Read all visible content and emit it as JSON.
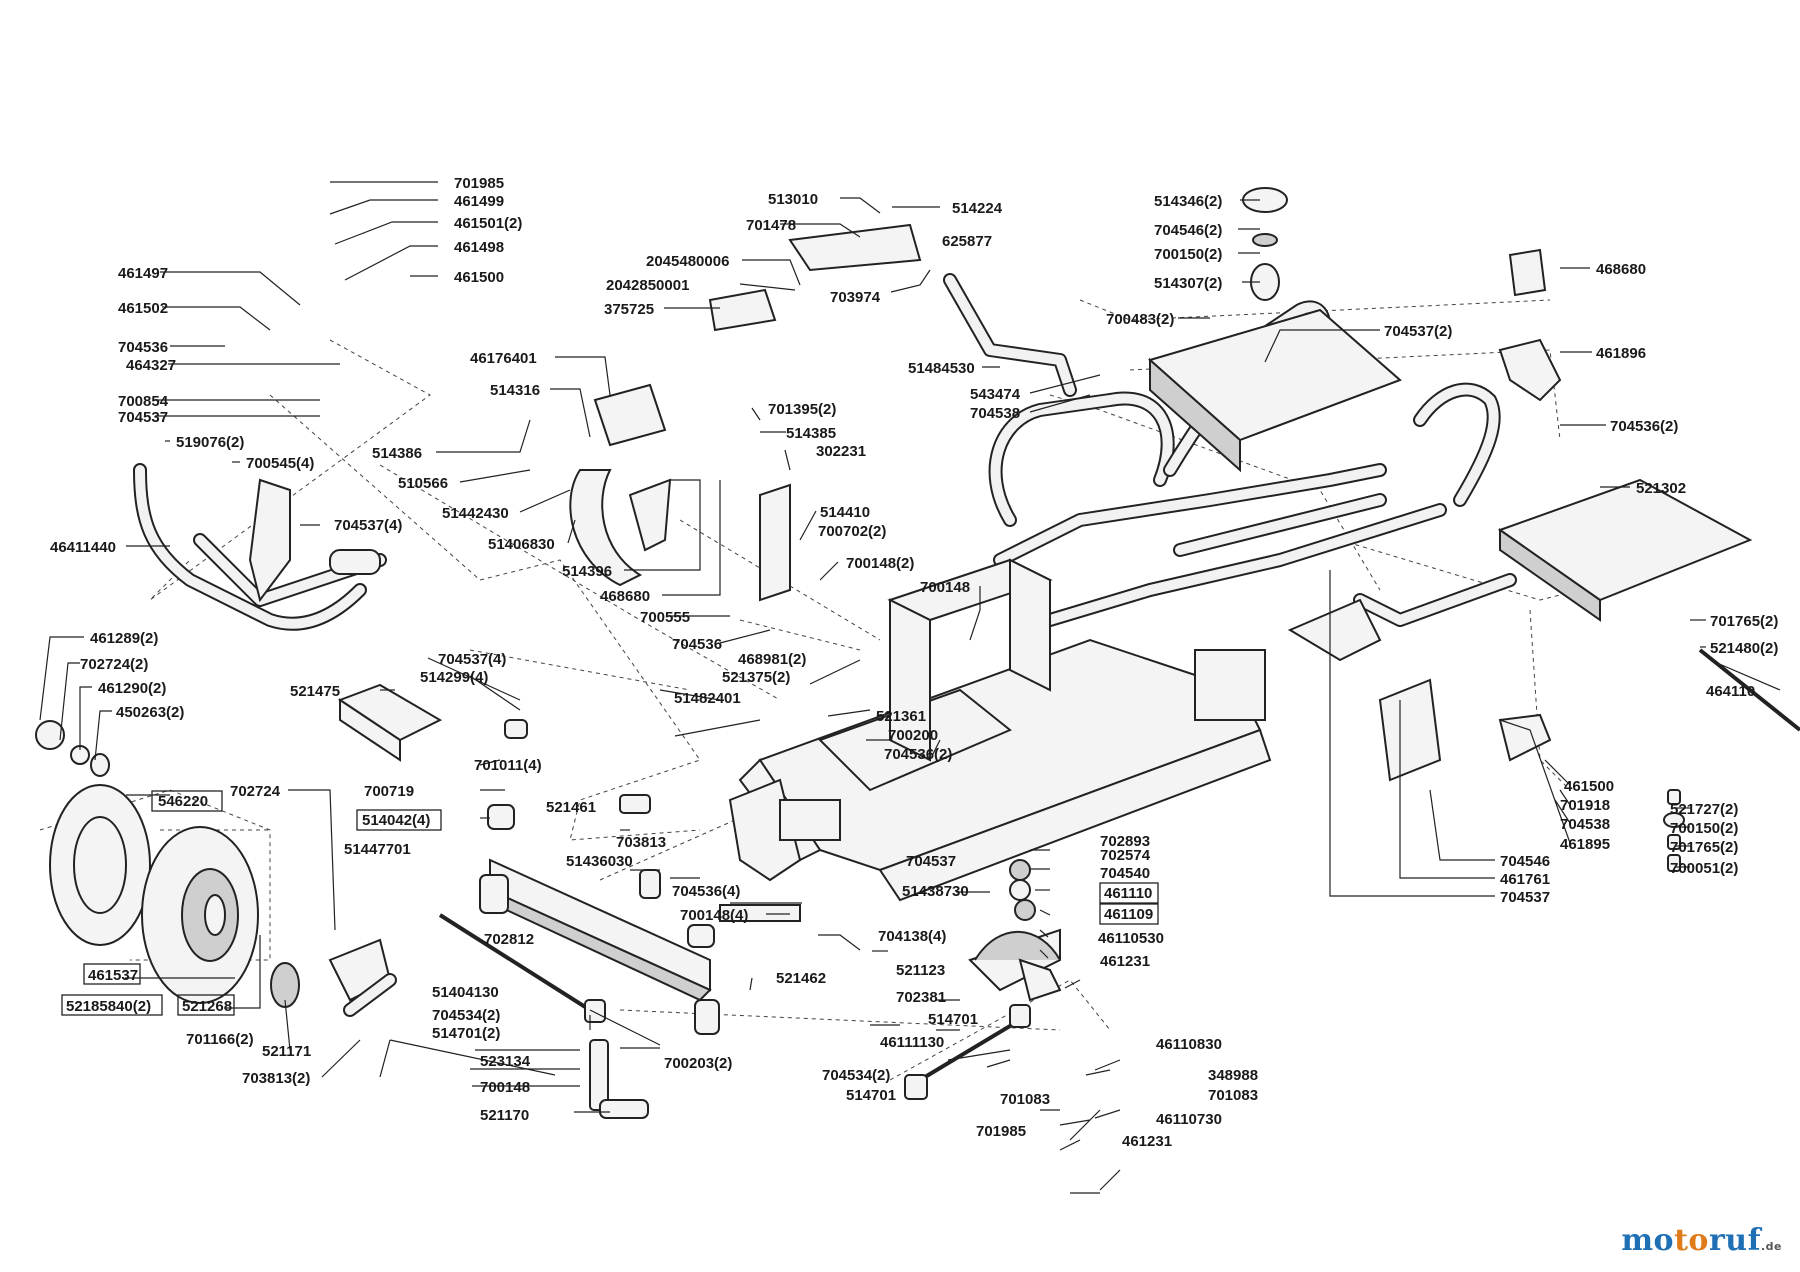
{
  "logo": {
    "part1": "mo",
    "part2": "to",
    "part3": "ruf",
    "domain": ".de"
  },
  "part_numbers": [
    "701985",
    "461499",
    "461501(2)",
    "461498",
    "461500",
    "461497",
    "461502",
    "704536",
    "464327",
    "700854",
    "704537",
    "519076(2)",
    "700545(4)",
    "704537(4)",
    "46411440",
    "513010",
    "514224",
    "701478",
    "2045480006",
    "625877",
    "2042850001",
    "703974",
    "375725",
    "51484530",
    "543474",
    "704538",
    "46176401",
    "514316",
    "514386",
    "510566",
    "51442430",
    "51406830",
    "514396",
    "468680",
    "700555",
    "704536",
    "701395(2)",
    "514385",
    "302231",
    "514410",
    "700702(2)",
    "700148(2)",
    "700148",
    "514346(2)",
    "704546(2)",
    "700150(2)",
    "514307(2)",
    "700483(2)",
    "704537(2)",
    "468680",
    "461896",
    "704536(2)",
    "521302",
    "701765(2)",
    "521480(2)",
    "464110",
    "461289(2)",
    "702724(2)",
    "461290(2)",
    "450263(2)",
    "521475",
    "704537(4)",
    "514299(4)",
    "701011(4)",
    "468981(2)",
    "521375(2)",
    "51482401",
    "521361",
    "700200",
    "704536(2)",
    "546220",
    "702724",
    "700719",
    "514042(4)",
    "51447701",
    "521461",
    "703813",
    "51436030",
    "704536(4)",
    "700148(4)",
    "704138(4)",
    "521462",
    "702812",
    "461537",
    "52185840(2)",
    "521268",
    "701166(2)",
    "521171",
    "703813(2)",
    "51404130",
    "704534(2)",
    "514701(2)",
    "523134",
    "700148",
    "521170",
    "700203(2)",
    "702893",
    "702574",
    "704540",
    "704537",
    "51438730",
    "461110",
    "461109",
    "46110530",
    "461231",
    "521123",
    "702381",
    "514701",
    "46111130",
    "46110830",
    "704534(2)",
    "348988",
    "514701",
    "701083",
    "701083",
    "46110730",
    "701985",
    "461231",
    "461500",
    "701918",
    "704538",
    "461895",
    "704546",
    "461761",
    "704537",
    "521727(2)",
    "700150(2)",
    "701765(2)",
    "700051(2)"
  ]
}
